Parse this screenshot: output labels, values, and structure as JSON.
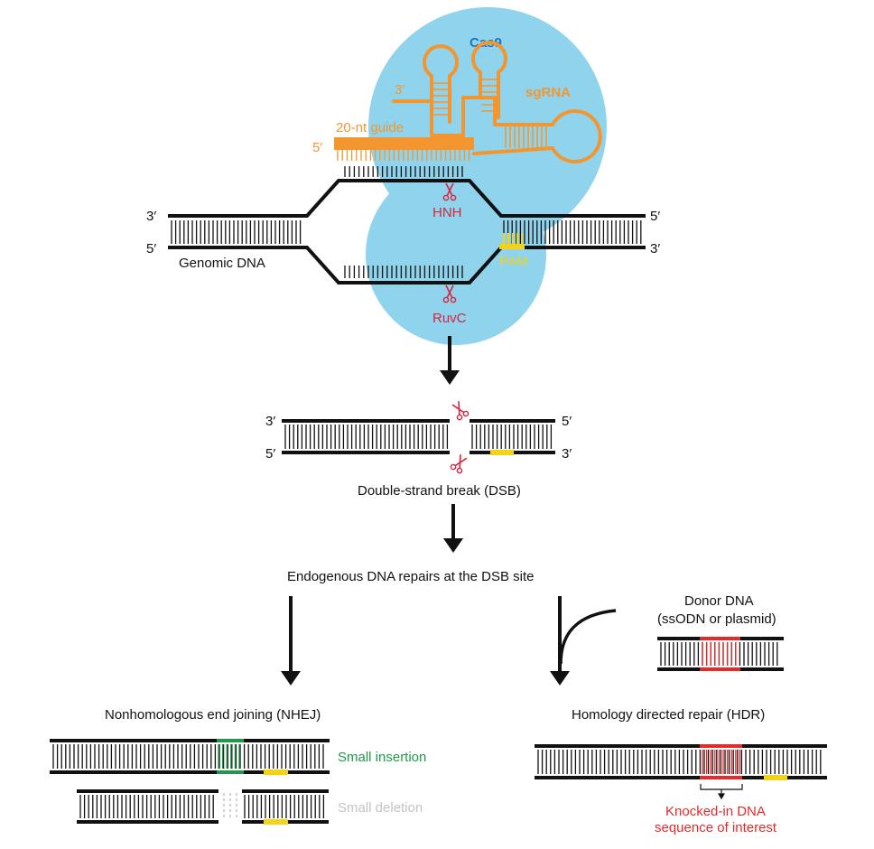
{
  "colors": {
    "dna": "#111111",
    "cas9": "#8fd3ec",
    "cas9_label": "#1a78c2",
    "sgrna": "#f3962f",
    "nuclease": "#d7263d",
    "pam": "#f3d21a",
    "insertion": "#1f9a4a",
    "deletion": "#c4c4c4",
    "knockin": "#e32b2b"
  },
  "icons": {
    "cut": "scissors-icon"
  },
  "top": {
    "cas9_label": "Cas9",
    "sgrna_label": "sgRNA",
    "guide_label": "20-nt guide",
    "sgrna_3prime": "3′",
    "sgrna_5prime": "5′",
    "left_top_end": "3′",
    "left_bottom_end": "5′",
    "right_top_end": "5′",
    "right_bottom_end": "3′",
    "genomic_dna_label": "Genomic DNA",
    "hnh_label": "HNH",
    "ruvc_label": "RuvC",
    "pam_label": "PAM"
  },
  "dsb": {
    "left_top_end": "3′",
    "left_bottom_end": "5′",
    "right_top_end": "5′",
    "right_bottom_end": "3′",
    "caption": "Double-strand break (DSB)"
  },
  "repair": {
    "heading": "Endogenous DNA repairs at the DSB site",
    "donor_title": "Donor DNA",
    "donor_subtitle": "(ssODN or plasmid)",
    "nhej_title": "Nonhomologous end joining (NHEJ)",
    "hdr_title": "Homology directed repair (HDR)",
    "insertion_label": "Small insertion",
    "deletion_label": "Small deletion",
    "knockin_line1": "Knocked-in DNA",
    "knockin_line2": "sequence of interest"
  }
}
